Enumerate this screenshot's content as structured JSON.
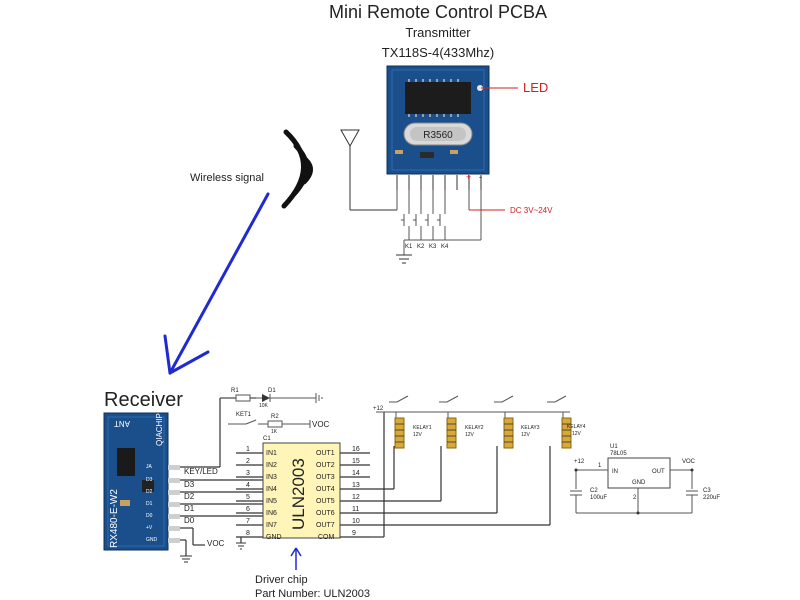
{
  "header": {
    "title": "Mini Remote Control PCBA",
    "subtitle": "Transmitter",
    "model": "TX118S-4(433Mhz)"
  },
  "transmitter": {
    "crystal": "R3560",
    "led_label": "LED",
    "dc_label": "DC 3V~24V",
    "plus": "+",
    "minus": "-",
    "keys": [
      "K1",
      "K2",
      "K3",
      "K4"
    ]
  },
  "wireless_label": "Wireless signal",
  "receiver": {
    "label": "Receiver",
    "module_text": "RX480-E-W2",
    "module_brand": "QIACHIP",
    "module_ant": "ANT",
    "pin_labels": [
      "KEY/LED",
      "D3",
      "D2",
      "D1",
      "D0",
      "VOC"
    ],
    "side_pins": [
      "JA",
      "D3",
      "D2",
      "D1",
      "D0",
      "+V",
      "GND"
    ]
  },
  "chip": {
    "ref": "C1",
    "name": "ULN2003",
    "left_pins": [
      {
        "num": "1",
        "name": "IN1"
      },
      {
        "num": "2",
        "name": "IN2"
      },
      {
        "num": "3",
        "name": "IN3"
      },
      {
        "num": "4",
        "name": "IN4"
      },
      {
        "num": "5",
        "name": "IN5"
      },
      {
        "num": "6",
        "name": "IN6"
      },
      {
        "num": "7",
        "name": "IN7"
      },
      {
        "num": "8",
        "name": "GND"
      }
    ],
    "right_pins": [
      {
        "num": "16",
        "name": "OUT1"
      },
      {
        "num": "15",
        "name": "OUT2"
      },
      {
        "num": "14",
        "name": "OUT3"
      },
      {
        "num": "13",
        "name": "OUT4"
      },
      {
        "num": "12",
        "name": "OUT5"
      },
      {
        "num": "11",
        "name": "OUT6"
      },
      {
        "num": "10",
        "name": "OUT7"
      },
      {
        "num": "9",
        "name": "COM"
      }
    ]
  },
  "top_circuit": {
    "r1": "R1",
    "d1": "D1",
    "r1_val": "10K",
    "key1": "KET1",
    "r2": "R2",
    "r2_val": "1K",
    "voc": "VOC"
  },
  "relays": {
    "supply": "+12",
    "items": [
      {
        "name": "KELAY1",
        "volt": "12V"
      },
      {
        "name": "KELAY2",
        "volt": "12V"
      },
      {
        "name": "KELAY3",
        "volt": "12V"
      },
      {
        "name": "KELAY4",
        "volt": "12V"
      }
    ]
  },
  "regulator": {
    "ref": "U1",
    "part": "78L05",
    "in_label": "IN",
    "out_label": "OUT",
    "gnd_label": "GND",
    "pin_in": "1",
    "pin_gnd": "2",
    "plus12": "+12",
    "voc": "VOC",
    "c2": "C2",
    "c2_val": "100uF",
    "c3": "C3",
    "c3_val": "220uF"
  },
  "driver": {
    "line1": "Driver chip",
    "line2": "Part Number: ULN2003"
  },
  "colors": {
    "pcb_blue": "#1a4f8c",
    "arrow_blue": "#1f2bd0",
    "led_red": "#d02020",
    "relay_orange": "#c8961e"
  }
}
